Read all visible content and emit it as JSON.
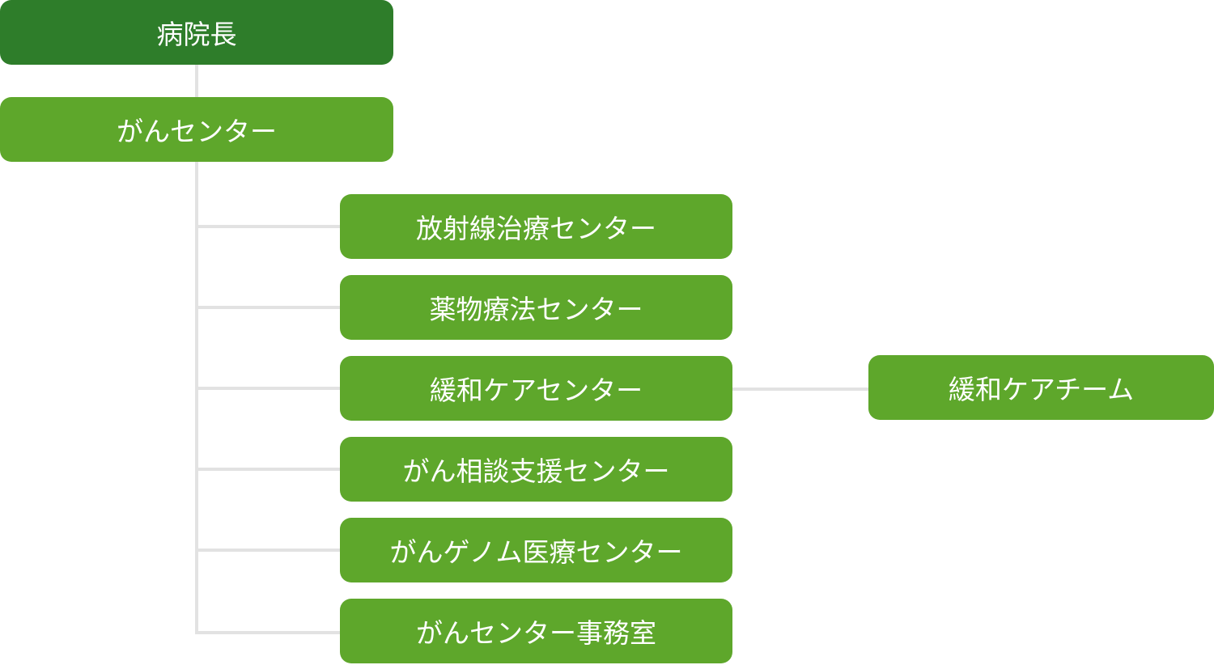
{
  "chart": {
    "head": "病院長",
    "center": "がんセンター",
    "departments": [
      "放射線治療センター",
      "薬物療法センター",
      "緩和ケアセンター",
      "がん相談支援センター",
      "がんゲノム医療センター",
      "がんセンター事務室"
    ],
    "palliative_team": "緩和ケアチーム"
  },
  "colors": {
    "head_box": "#2e7d2a",
    "unit_box": "#5ea72b",
    "connector": "#e2e2e2",
    "text": "#ffffff"
  }
}
